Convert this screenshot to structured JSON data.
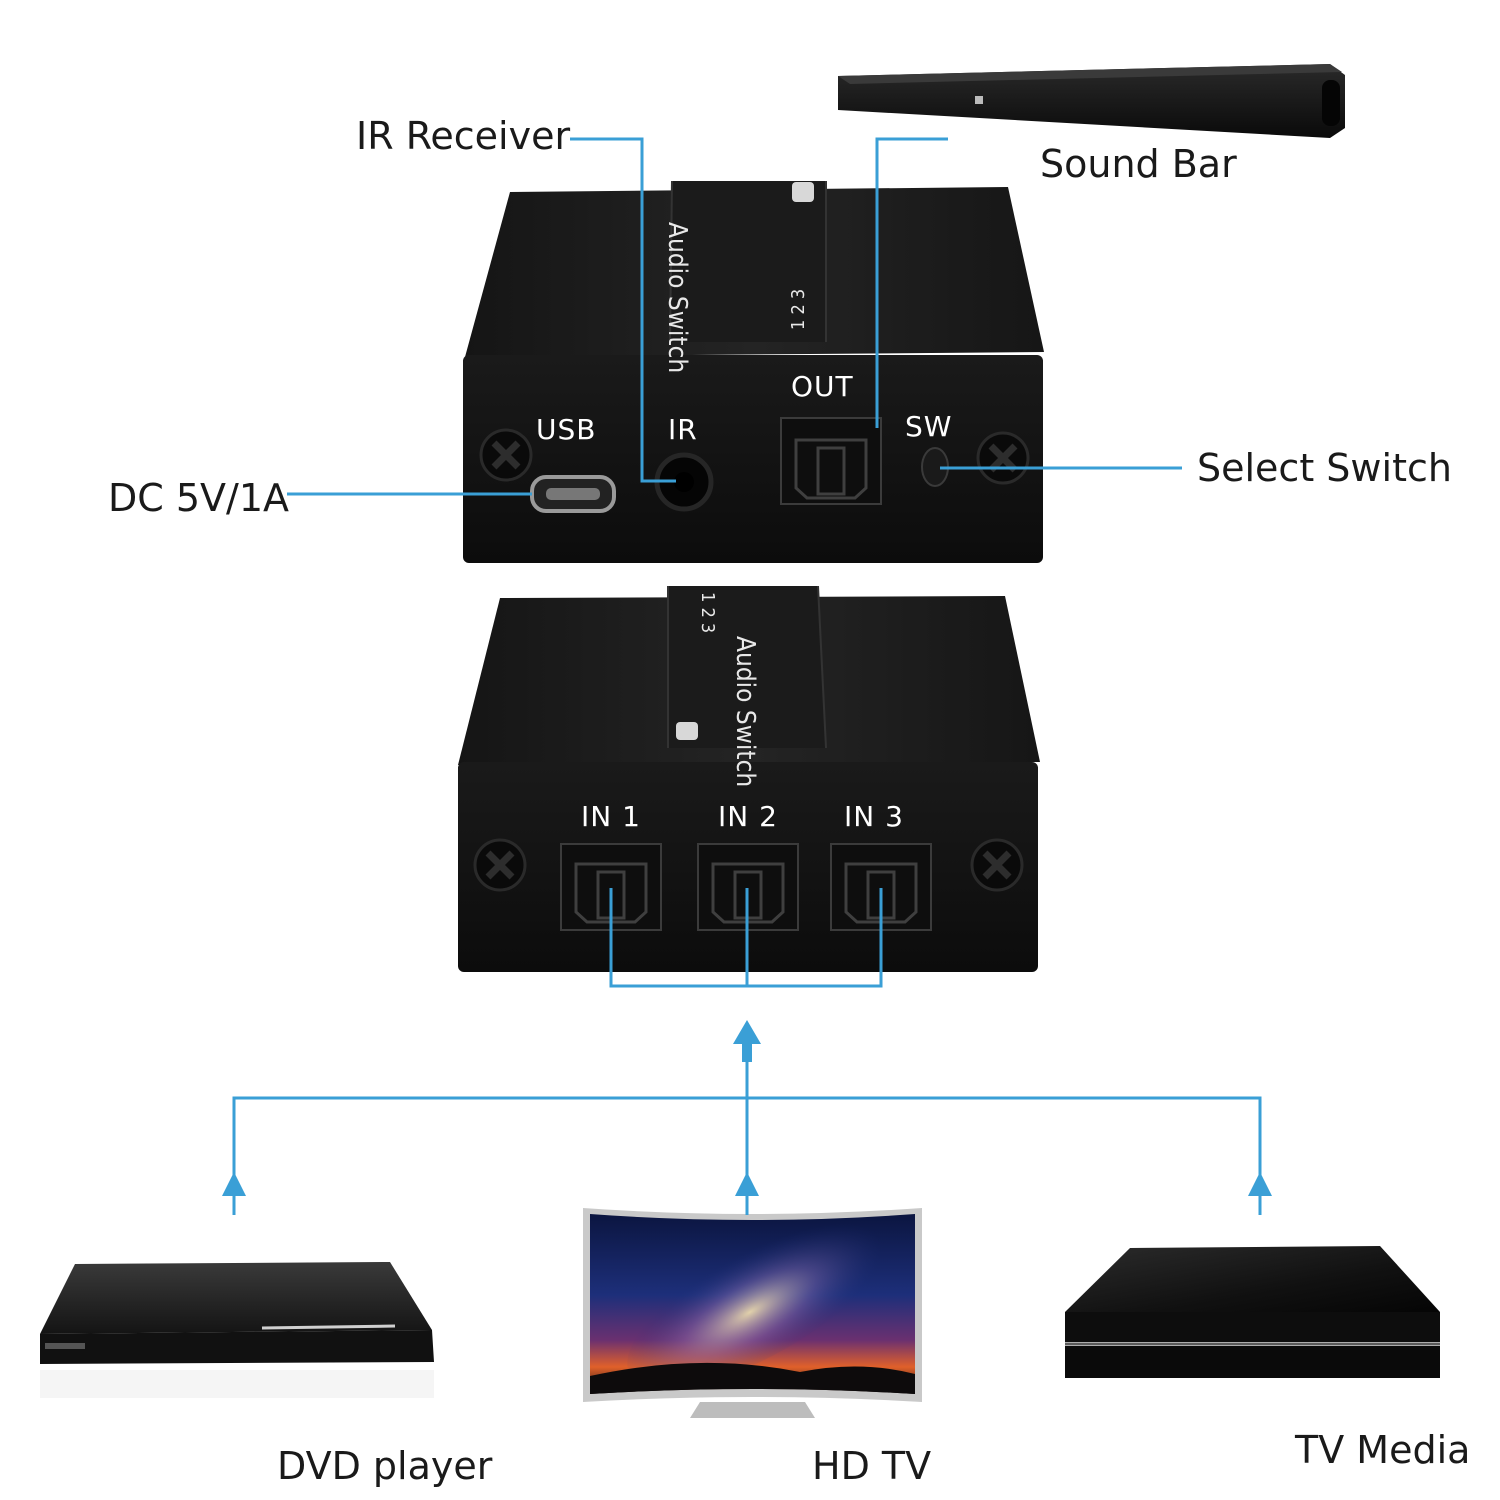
{
  "labels": {
    "ir_receiver": "IR Receiver",
    "sound_bar": "Sound Bar",
    "dc_power": "DC 5V/1A",
    "select_switch": "Select Switch",
    "dvd_player": "DVD player",
    "hd_tv": "HD TV",
    "tv_media": "TV Media"
  },
  "device_top": {
    "usb": "USB",
    "ir": "IR",
    "out": "OUT",
    "sw": "SW",
    "brand": "Audio Switch",
    "numbers": "1 2 3"
  },
  "device_bottom": {
    "in1": "IN 1",
    "in2": "IN 2",
    "in3": "IN 3",
    "brand": "Audio Switch",
    "numbers": "1 2 3"
  },
  "colors": {
    "connector_line": "#3a9fd6",
    "device_body": "#141414",
    "device_top": "#1e1e1e",
    "label_text": "#1a1a1a"
  }
}
